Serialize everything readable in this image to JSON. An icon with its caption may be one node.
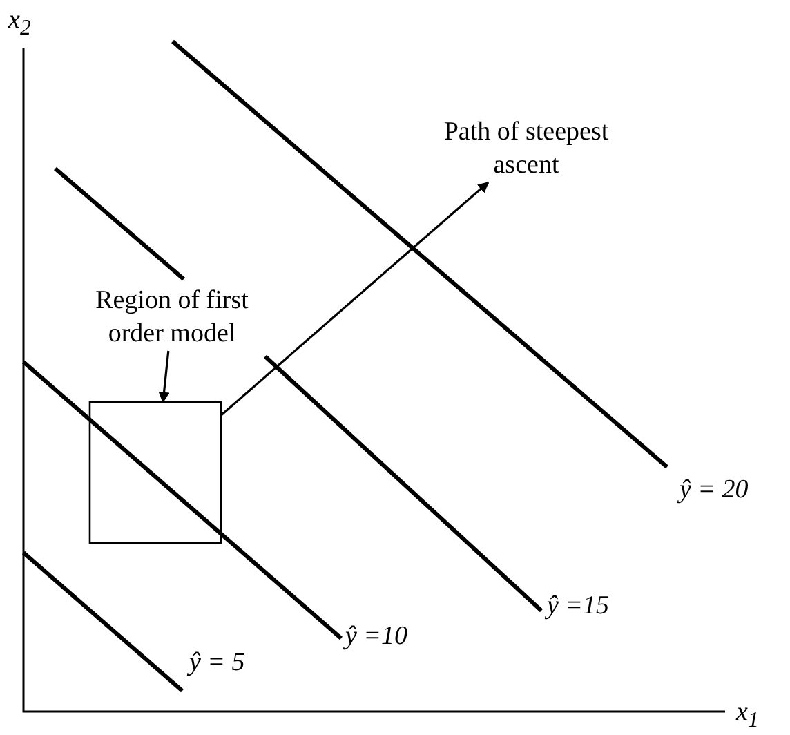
{
  "diagram": {
    "nodes": [
      {
        "text": [
          "Region of first order model"
        ]
      },
      {
        "text": [],
        "shape": "box"
      },
      {
        "text": [
          "Path of steepest ascent"
        ]
      }
    ],
    "edges": [
      {
        "from": 0,
        "to": 1,
        "arrow": "to"
      },
      {
        "from": 1,
        "to": 2,
        "arrow": "to"
      }
    ],
    "labels": [
      "x$_{2}$",
      "ŷ = 20",
      "ŷ =15",
      "ŷ =10",
      "ŷ = 5",
      "x$_{1}$"
    ]
  }
}
